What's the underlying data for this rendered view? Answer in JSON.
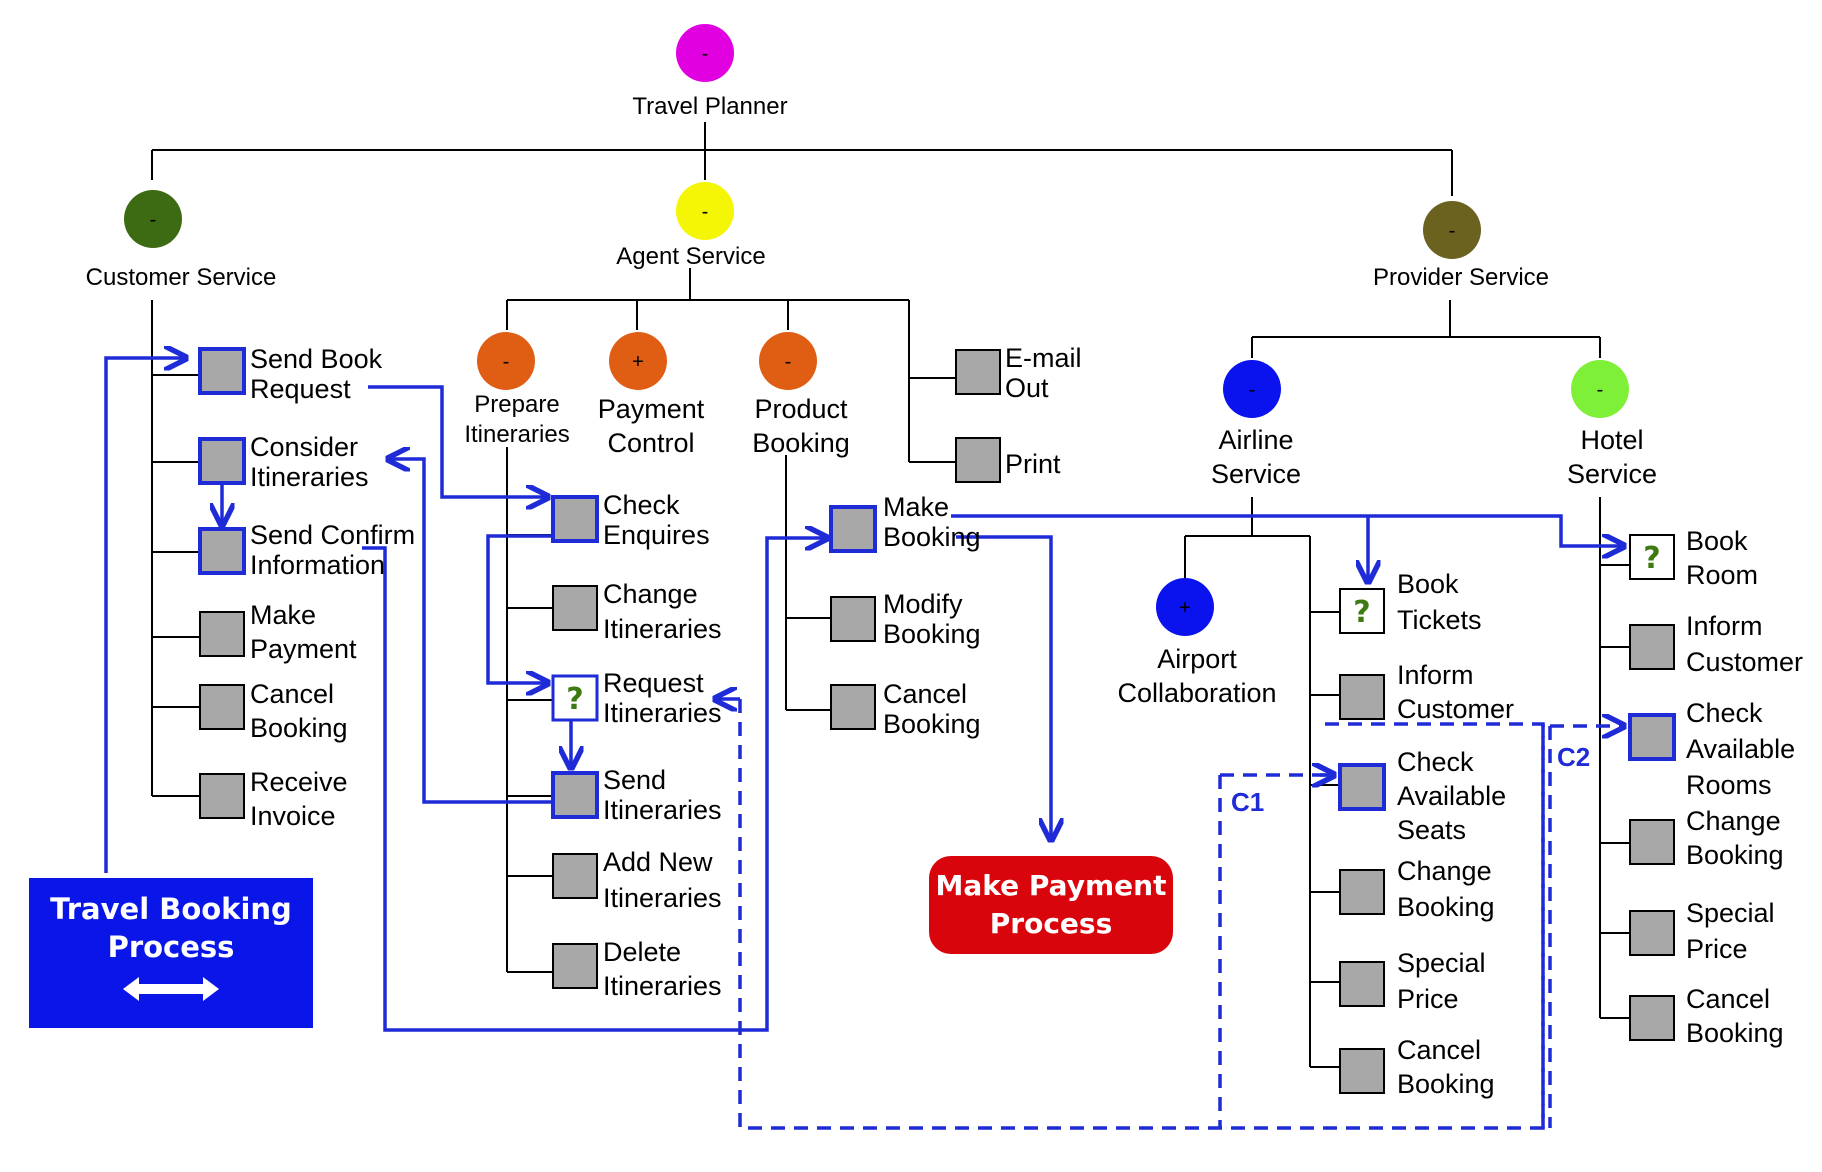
{
  "colors": {
    "root_node": "#e000e0",
    "customer_node": "#3d6b13",
    "agent_node": "#f5f506",
    "provider_node": "#6b6220",
    "orange_node": "#e05e14",
    "airline_node": "#0a12ee",
    "hotel_node": "#7ef038",
    "connector": "#1e2bd6",
    "travel_box": "#0a16e8",
    "payment_box": "#d8060c"
  },
  "nodes": {
    "root": {
      "symbol": "-",
      "label": "Travel Planner"
    },
    "customer": {
      "symbol": "-",
      "label": "Customer Service"
    },
    "agent": {
      "symbol": "-",
      "label": "Agent Service"
    },
    "provider": {
      "symbol": "-",
      "label": "Provider Service"
    },
    "prepare": {
      "symbol": "-",
      "label_1": "Prepare",
      "label_2": "Itineraries"
    },
    "payment_control": {
      "symbol": "+",
      "label_1": "Payment",
      "label_2": "Control"
    },
    "product_booking": {
      "symbol": "-",
      "label_1": "Product",
      "label_2": "Booking"
    },
    "airline": {
      "symbol": "-",
      "label_1": "Airline",
      "label_2": "Service"
    },
    "hotel": {
      "symbol": "-",
      "label_1": "Hotel",
      "label_2": "Service"
    },
    "airport": {
      "symbol": "+",
      "label_1": "Airport",
      "label_2": "Collaboration"
    }
  },
  "customer_tasks": [
    [
      "Send Book",
      "Request"
    ],
    [
      "Consider",
      "Itineraries"
    ],
    [
      "Send Confirm",
      "Information"
    ],
    [
      "Make",
      "Payment"
    ],
    [
      "Cancel",
      "Booking"
    ],
    [
      "Receive",
      "Invoice"
    ]
  ],
  "agent_tasks": [
    [
      "E-mail",
      "Out"
    ],
    [
      "Print",
      ""
    ]
  ],
  "prepare_tasks": [
    [
      "Check",
      "Enquires"
    ],
    [
      "Change",
      "Itineraries"
    ],
    [
      "Request",
      "Itineraries"
    ],
    [
      "Send",
      "Itineraries"
    ],
    [
      "Add New",
      "Itineraries"
    ],
    [
      "Delete",
      "Itineraries"
    ]
  ],
  "product_tasks": [
    [
      "Make",
      "Booking"
    ],
    [
      "Modify",
      "Booking"
    ],
    [
      "Cancel",
      "Booking"
    ]
  ],
  "airline_tasks": [
    [
      "Book",
      "Tickets"
    ],
    [
      "Inform",
      "Customer"
    ],
    [
      "Check",
      "Available",
      "Seats"
    ],
    [
      "Change",
      "Booking"
    ],
    [
      "Special",
      "Price"
    ],
    [
      "Cancel",
      "Booking"
    ]
  ],
  "hotel_tasks": [
    [
      "Book",
      "Room"
    ],
    [
      "Inform",
      "Customer"
    ],
    [
      "Check",
      "Available",
      "Rooms"
    ],
    [
      "Change",
      "Booking"
    ],
    [
      "Special",
      "Price"
    ],
    [
      "Cancel",
      "Booking"
    ]
  ],
  "question_mark": "?",
  "constraint_labels": {
    "c1": "C1",
    "c2": "C2"
  },
  "travel_box": {
    "line_1": "Travel Booking",
    "line_2": "Process"
  },
  "payment_box": {
    "line_1": "Make Payment",
    "line_2": "Process"
  }
}
